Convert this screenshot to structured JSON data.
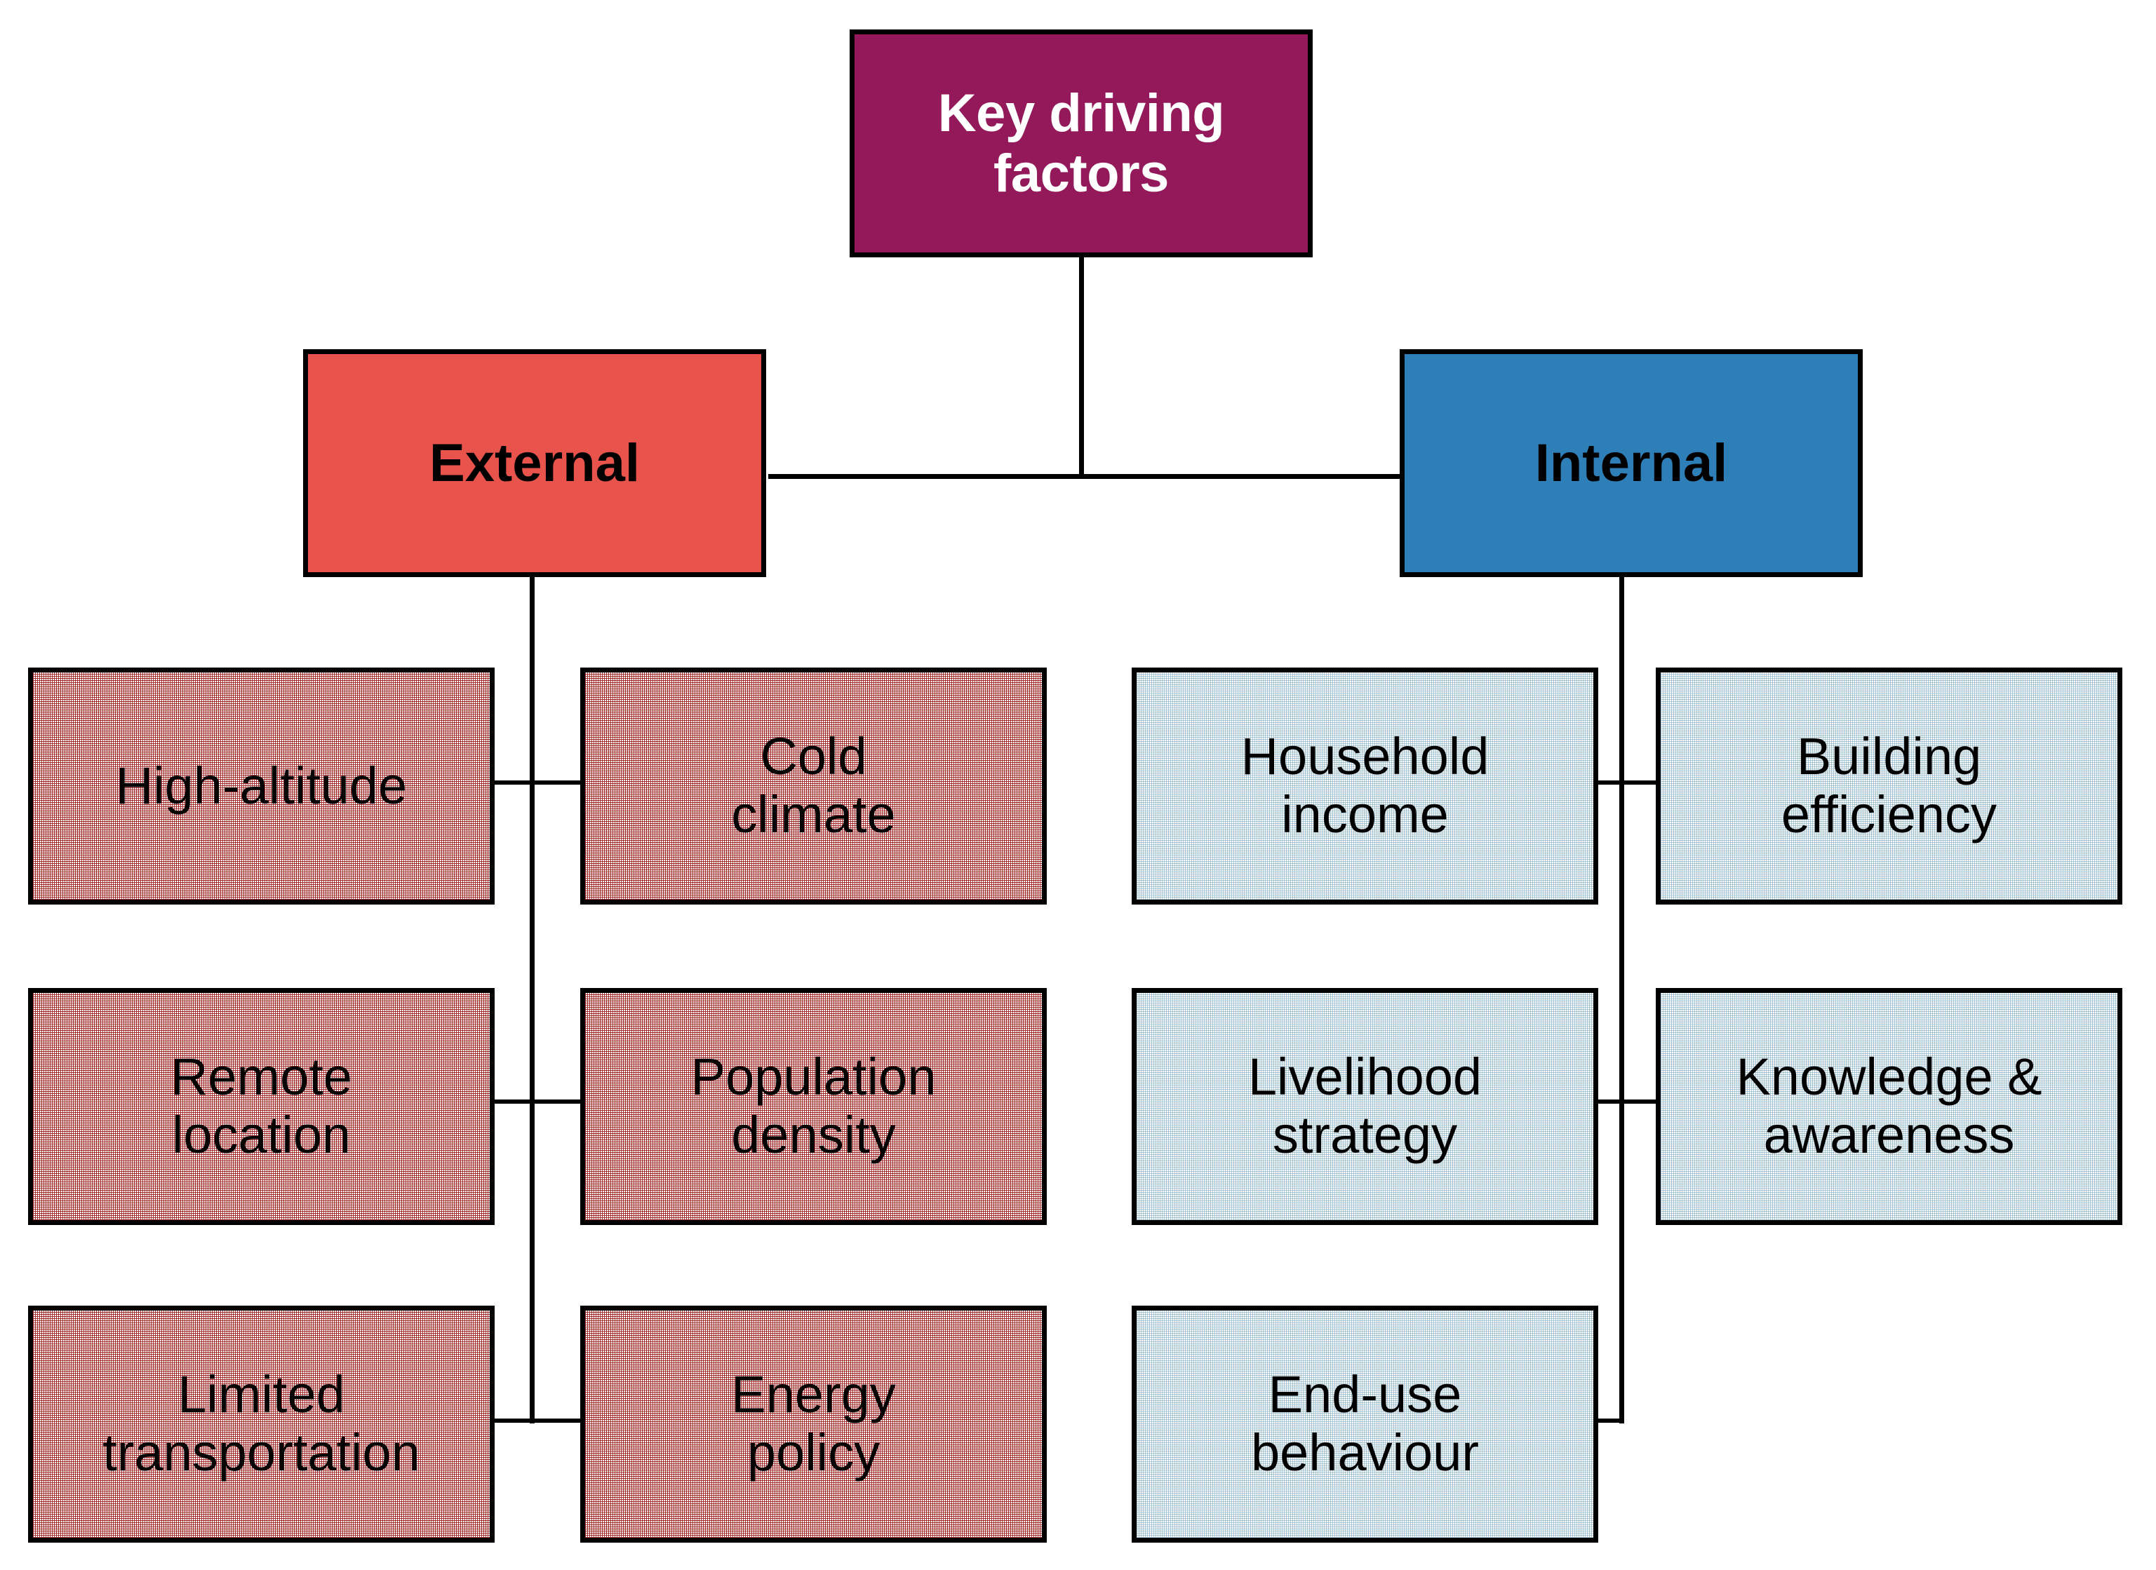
{
  "diagram": {
    "title": "Key driving factors",
    "type": "hierarchy-tree",
    "root": {
      "label": "Key driving factors",
      "fill": "#93195A",
      "text_color": "#FFFFFF"
    },
    "branches": [
      {
        "key": "external",
        "label": "External",
        "fill": "#E8534B",
        "leaf_fill": "#F0C9C5",
        "leaves": [
          {
            "label": "High-altitude",
            "column": "left",
            "row": 1
          },
          {
            "label": "Cold\nclimate",
            "column": "right",
            "row": 1
          },
          {
            "label": "Remote\nlocation",
            "column": "left",
            "row": 2
          },
          {
            "label": "Population\ndensity",
            "column": "right",
            "row": 2
          },
          {
            "label": "Limited\ntransportation",
            "column": "left",
            "row": 3
          },
          {
            "label": "Energy\npolicy",
            "column": "right",
            "row": 3
          }
        ]
      },
      {
        "key": "internal",
        "label": "Internal",
        "fill": "#2E7FB8",
        "leaf_fill": "#E7EFF3",
        "leaves": [
          {
            "label": "Household\nincome",
            "column": "left",
            "row": 1
          },
          {
            "label": "Building\nefficiency",
            "column": "right",
            "row": 1
          },
          {
            "label": "Livelihood\nstrategy",
            "column": "left",
            "row": 2
          },
          {
            "label": "Knowledge &\nawareness",
            "column": "right",
            "row": 2
          },
          {
            "label": "End-use\nbehaviour",
            "column": "left",
            "row": 3
          }
        ]
      }
    ],
    "line_color": "#000000",
    "background": "#FFFFFF"
  }
}
